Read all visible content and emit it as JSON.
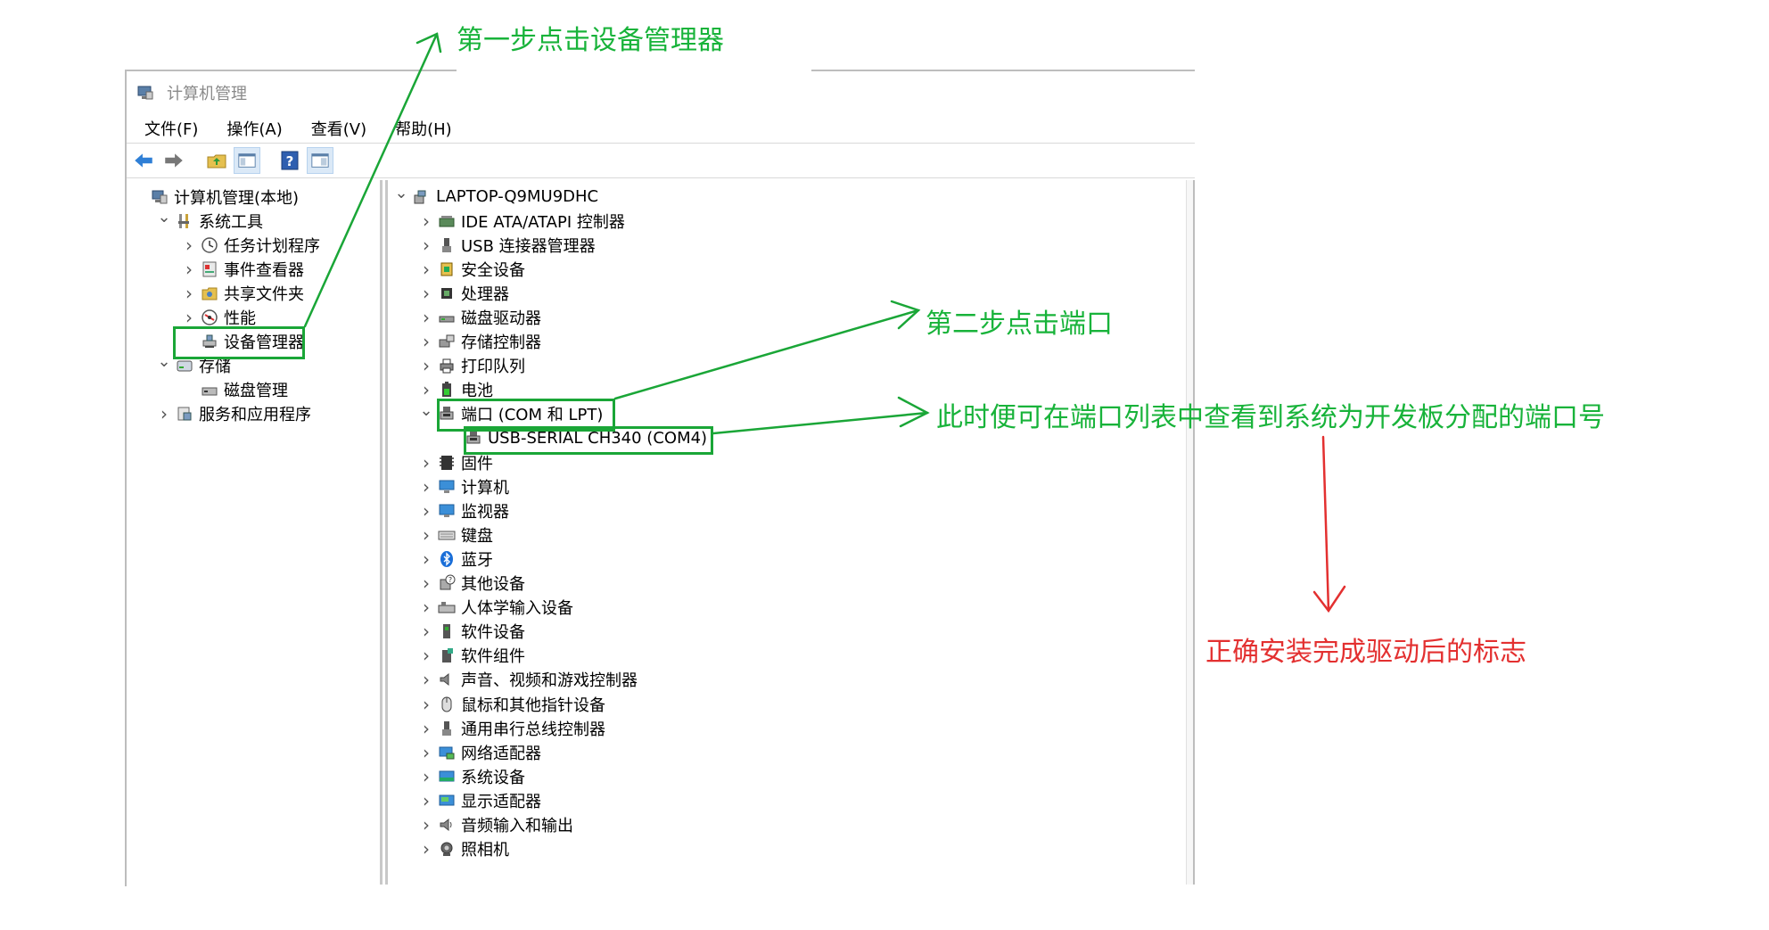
{
  "window": {
    "title": "计算机管理"
  },
  "menu": [
    "文件(F)",
    "操作(A)",
    "查看(V)",
    "帮助(H)"
  ],
  "toolbar": [
    "back-arrow-icon",
    "forward-arrow-icon",
    "up-folder-icon",
    "show-pane-icon",
    "help-icon",
    "properties-icon"
  ],
  "left_tree": [
    {
      "label": "计算机管理(本地)",
      "icon": "computer-management-icon",
      "level": 0,
      "chevron": ""
    },
    {
      "label": "系统工具",
      "icon": "system-tools-icon",
      "level": 1,
      "chevron": "v"
    },
    {
      "label": "任务计划程序",
      "icon": "clock-icon",
      "level": 2,
      "chevron": ">"
    },
    {
      "label": "事件查看器",
      "icon": "event-viewer-icon",
      "level": 2,
      "chevron": ">"
    },
    {
      "label": "共享文件夹",
      "icon": "shared-folder-icon",
      "level": 2,
      "chevron": ">"
    },
    {
      "label": "性能",
      "icon": "performance-icon",
      "level": 2,
      "chevron": ">"
    },
    {
      "label": "设备管理器",
      "icon": "device-manager-icon",
      "level": 2,
      "chevron": ""
    },
    {
      "label": "存储",
      "icon": "storage-icon",
      "level": 1,
      "chevron": "v"
    },
    {
      "label": "磁盘管理",
      "icon": "disk-management-icon",
      "level": 2,
      "chevron": ""
    },
    {
      "label": "服务和应用程序",
      "icon": "services-icon",
      "level": 1,
      "chevron": ">"
    }
  ],
  "right_tree": {
    "root": "LAPTOP-Q9MU9DHC",
    "items": [
      {
        "label": "IDE ATA/ATAPI 控制器",
        "icon": "ide-controller-icon",
        "chevron": ">"
      },
      {
        "label": "USB 连接器管理器",
        "icon": "usb-connector-icon",
        "chevron": ">"
      },
      {
        "label": "安全设备",
        "icon": "security-device-icon",
        "chevron": ">"
      },
      {
        "label": "处理器",
        "icon": "processor-icon",
        "chevron": ">"
      },
      {
        "label": "磁盘驱动器",
        "icon": "disk-drive-icon",
        "chevron": ">"
      },
      {
        "label": "存储控制器",
        "icon": "storage-controller-icon",
        "chevron": ">"
      },
      {
        "label": "打印队列",
        "icon": "printer-icon",
        "chevron": ">"
      },
      {
        "label": "电池",
        "icon": "battery-icon",
        "chevron": ">"
      },
      {
        "label": "端口 (COM 和 LPT)",
        "icon": "port-icon",
        "chevron": "v"
      },
      {
        "label": "USB-SERIAL CH340 (COM4)",
        "icon": "port-icon",
        "chevron": "",
        "child": true
      },
      {
        "label": "固件",
        "icon": "firmware-icon",
        "chevron": ">"
      },
      {
        "label": "计算机",
        "icon": "computer-icon",
        "chevron": ">"
      },
      {
        "label": "监视器",
        "icon": "monitor-icon",
        "chevron": ">"
      },
      {
        "label": "键盘",
        "icon": "keyboard-icon",
        "chevron": ">"
      },
      {
        "label": "蓝牙",
        "icon": "bluetooth-icon",
        "chevron": ">"
      },
      {
        "label": "其他设备",
        "icon": "other-devices-icon",
        "chevron": ">"
      },
      {
        "label": "人体学输入设备",
        "icon": "hid-icon",
        "chevron": ">"
      },
      {
        "label": "软件设备",
        "icon": "software-device-icon",
        "chevron": ">"
      },
      {
        "label": "软件组件",
        "icon": "software-component-icon",
        "chevron": ">"
      },
      {
        "label": "声音、视频和游戏控制器",
        "icon": "sound-icon",
        "chevron": ">"
      },
      {
        "label": "鼠标和其他指针设备",
        "icon": "mouse-icon",
        "chevron": ">"
      },
      {
        "label": "通用串行总线控制器",
        "icon": "usb-controller-icon",
        "chevron": ">"
      },
      {
        "label": "网络适配器",
        "icon": "network-adapter-icon",
        "chevron": ">"
      },
      {
        "label": "系统设备",
        "icon": "system-device-icon",
        "chevron": ">"
      },
      {
        "label": "显示适配器",
        "icon": "display-adapter-icon",
        "chevron": ">"
      },
      {
        "label": "音频输入和输出",
        "icon": "audio-io-icon",
        "chevron": ">"
      },
      {
        "label": "照相机",
        "icon": "camera-icon",
        "chevron": ">"
      }
    ]
  },
  "annotations": {
    "step1": "第一步点击设备管理器",
    "step2": "第二步点击端口",
    "step3": "此时便可在端口列表中查看到系统为开发板分配的端口号",
    "note": "正确安装完成驱动后的标志"
  },
  "colors": {
    "annotation_green": "#18b33a",
    "annotation_red": "#e33030",
    "highlight_box": "#1aa637"
  }
}
